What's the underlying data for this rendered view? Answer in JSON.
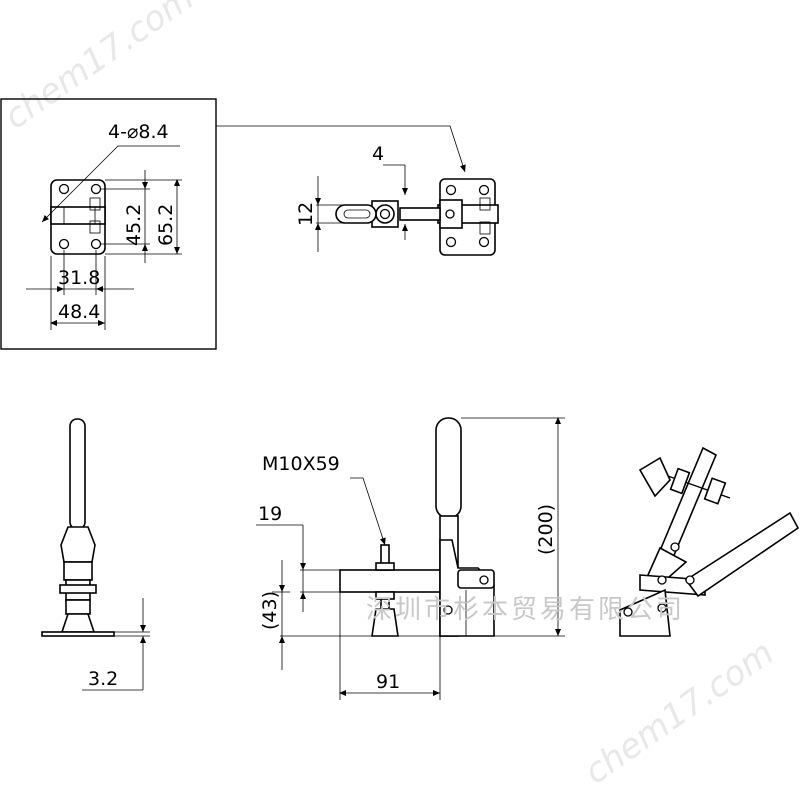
{
  "detail_view": {
    "hole_spec": "4-⌀8.4",
    "dim_height_inner": "45.2",
    "dim_height_outer": "65.2",
    "dim_width_inner": "31.8",
    "dim_width_outer": "48.4"
  },
  "top_view": {
    "dim_4": "4",
    "dim_12": "12"
  },
  "side_view": {
    "dim_base_thickness": "3.2"
  },
  "front_view": {
    "spindle_label": "M10X59",
    "dim_19": "19",
    "dim_43": "(43)",
    "dim_200": "(200)",
    "dim_91": "91"
  },
  "watermarks": {
    "company": "深圳市杉本贸易有限公司",
    "site_top": "chem17.com",
    "site_bottom": "chem17.com"
  }
}
